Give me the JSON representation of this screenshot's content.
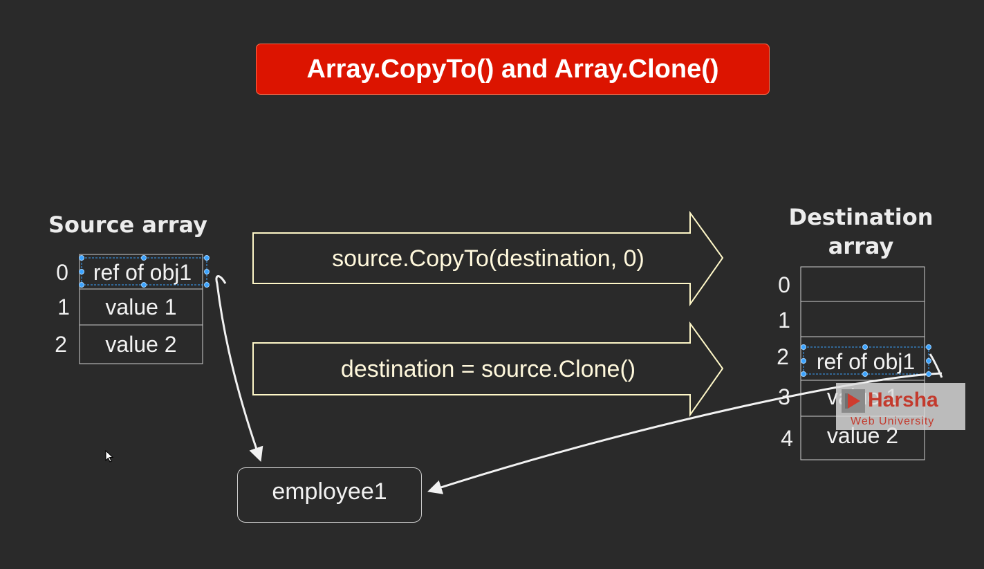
{
  "title": "Array.CopyTo() and Array.Clone()",
  "source": {
    "heading": "Source array",
    "indices": [
      "0",
      "1",
      "2"
    ],
    "cells": [
      "ref of obj1",
      "value 1",
      "value 2"
    ]
  },
  "destination": {
    "heading_line1": "Destination",
    "heading_line2": "array",
    "indices": [
      "0",
      "1",
      "2",
      "3",
      "4"
    ],
    "cells": [
      "",
      "",
      "ref of obj1",
      "value 1",
      "value 2"
    ]
  },
  "arrows": {
    "copyto_label": "source.CopyTo(destination, 0)",
    "clone_label": "destination = source.Clone()"
  },
  "object_box": "employee1",
  "watermark": {
    "brand": "Harsha",
    "sub": "Web University"
  },
  "colors": {
    "background": "#2a2a2a",
    "title_fill": "#dc1400",
    "arrow_outline": "#fff8c8",
    "selection_handles": "#3ba3ff"
  }
}
